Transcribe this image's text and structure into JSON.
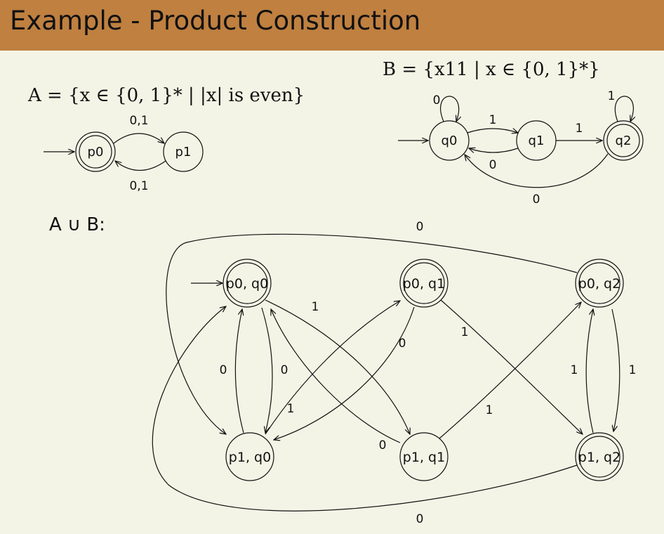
{
  "title": "Example - Product Construction",
  "automaton_a": {
    "definition": "A = {x ∈ {0, 1}* | |x| is even}",
    "states": {
      "p0": "p0",
      "p1": "p1"
    },
    "edge_labels": {
      "p0_to_p1": "0,1",
      "p1_to_p0": "0,1"
    }
  },
  "automaton_b": {
    "definition": "B = {x11 | x ∈ {0, 1}*}",
    "states": {
      "q0": "q0",
      "q1": "q1",
      "q2": "q2"
    },
    "edge_labels": {
      "q0_loop": "0",
      "q0_to_q1": "1",
      "q1_to_q0": "0",
      "q1_to_q2": "1",
      "q2_loop": "1",
      "q2_to_q0": "0"
    }
  },
  "product": {
    "heading": "A ∪ B:",
    "states": {
      "p0q0": "p0, q0",
      "p0q1": "p0, q1",
      "p0q2": "p0, q2",
      "p1q0": "p1, q0",
      "p1q1": "p1, q1",
      "p1q2": "p1, q2"
    },
    "edge_labels": {
      "p0q0_to_p1q0": "0",
      "p1q0_to_p0q0": "0",
      "p0q0_to_p1q1": "1",
      "p1q1_to_p0q0": "0",
      "p1q0_to_p0q1": "1",
      "p0q1_to_p1q0": "0",
      "p0q1_to_p1q2": "1",
      "p1q1_to_p0q2": "1",
      "p0q2_to_p1q2": "1",
      "p1q2_to_p0q2": "1",
      "p0q2_to_p1q0": "0",
      "p1q2_to_p0q0": "0"
    }
  }
}
